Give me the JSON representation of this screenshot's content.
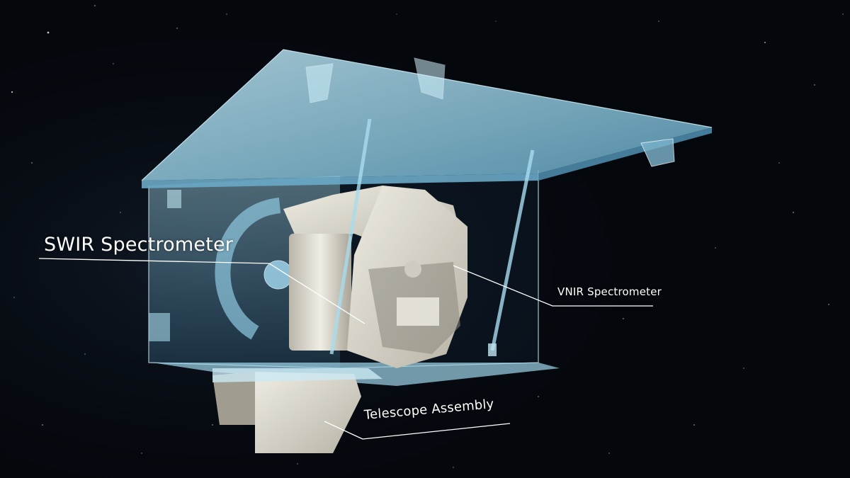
{
  "diagram": {
    "subject": "Satellite imaging spectrometer instrument, cutaway view",
    "background": "star-field",
    "colors": {
      "background": "#04070c",
      "panel_glass": "#a9dcef",
      "panel_edge": "#d6f1fb",
      "instrument_body": "#dcd8cc",
      "label_text": "#ffffff",
      "leader_line": "#ffffff"
    },
    "labels": [
      {
        "id": "swir",
        "text": "SWIR Spectrometer"
      },
      {
        "id": "vnir",
        "text": "VNIR Spectrometer"
      },
      {
        "id": "telescope",
        "text": "Telescope Assembly"
      }
    ]
  }
}
